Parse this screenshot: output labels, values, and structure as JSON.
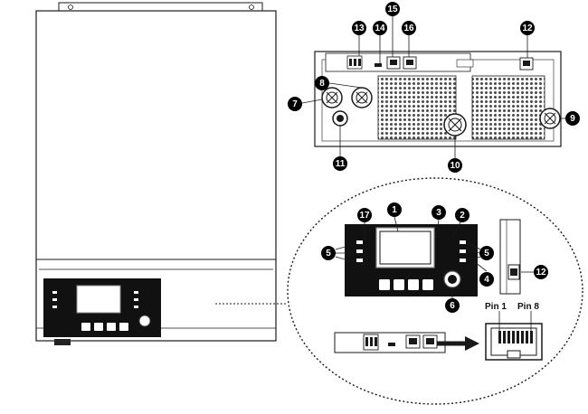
{
  "callouts": [
    "1",
    "2",
    "3",
    "4",
    "5",
    "6",
    "7",
    "8",
    "9",
    "10",
    "11",
    "12",
    "13",
    "14",
    "15",
    "16",
    "17"
  ],
  "pin_labels": {
    "pin1": "Pin 1",
    "pin8": "Pin 8"
  },
  "colors": {
    "line": "#1a1a1a",
    "panel": "#111111",
    "callout_fill": "#000000",
    "callout_text": "#ffffff",
    "background": "#ffffff"
  }
}
